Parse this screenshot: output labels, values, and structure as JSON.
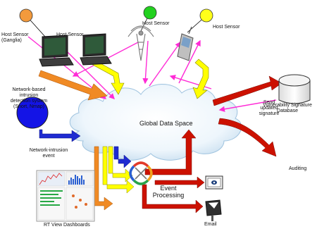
{
  "nodes": {
    "host_sensor_ganglia": "Host Sensor\n(Ganglia)",
    "host_sensor_2": "Host Sensor",
    "host_sensor_3": "Host Sensor",
    "host_sensor_4": "Host Sensor",
    "ids": "Network-based\nintrusion\ndetection system\n(Snort, Nmap)",
    "cloud": "Global Data Space",
    "vuln_db": "Vulnerability Signature\nDatabase",
    "send_updated": "Send\nupdated\nsignature",
    "net_event": "Network-intrusion\nevent",
    "event_processing": "Event\nProcessing",
    "auditing": "Auditing",
    "email": "Email",
    "dashboards": "RT View Dashboards"
  },
  "colors": {
    "orange": "#f08a24",
    "yellow": "#ffff00",
    "red": "#cc1100",
    "blue": "#1f2bd1",
    "magenta": "#ff2bd6",
    "sensor_orange": "#f39a3c",
    "sensor_green": "#22d11f",
    "sensor_yellow": "#ffff1a",
    "ids_blue": "#1414e6",
    "cloud_fill": "#eaf4fb"
  }
}
